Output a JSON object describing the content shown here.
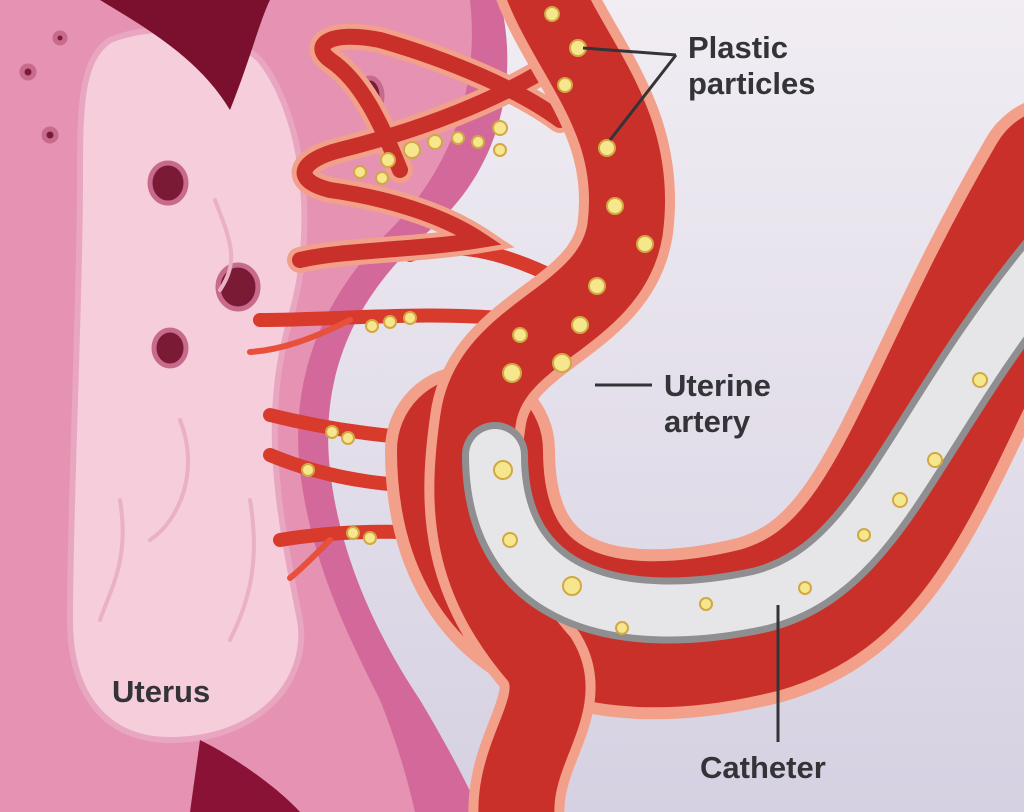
{
  "title": "Uterine artery embolization",
  "labels": {
    "plastic_particles": [
      "Plastic",
      "particles"
    ],
    "uterine_artery": [
      "Uterine",
      "artery"
    ],
    "catheter": "Catheter",
    "uterus": "Uterus"
  },
  "colors": {
    "background": "#ece7f0",
    "uterus_outer": "#d2699a",
    "uterus_inner": "#f3c3d4",
    "artery": "#c9302a",
    "artery_wall": "#f2a08a",
    "catheter": "#e4e4e4",
    "particle": "#f6e68c"
  }
}
